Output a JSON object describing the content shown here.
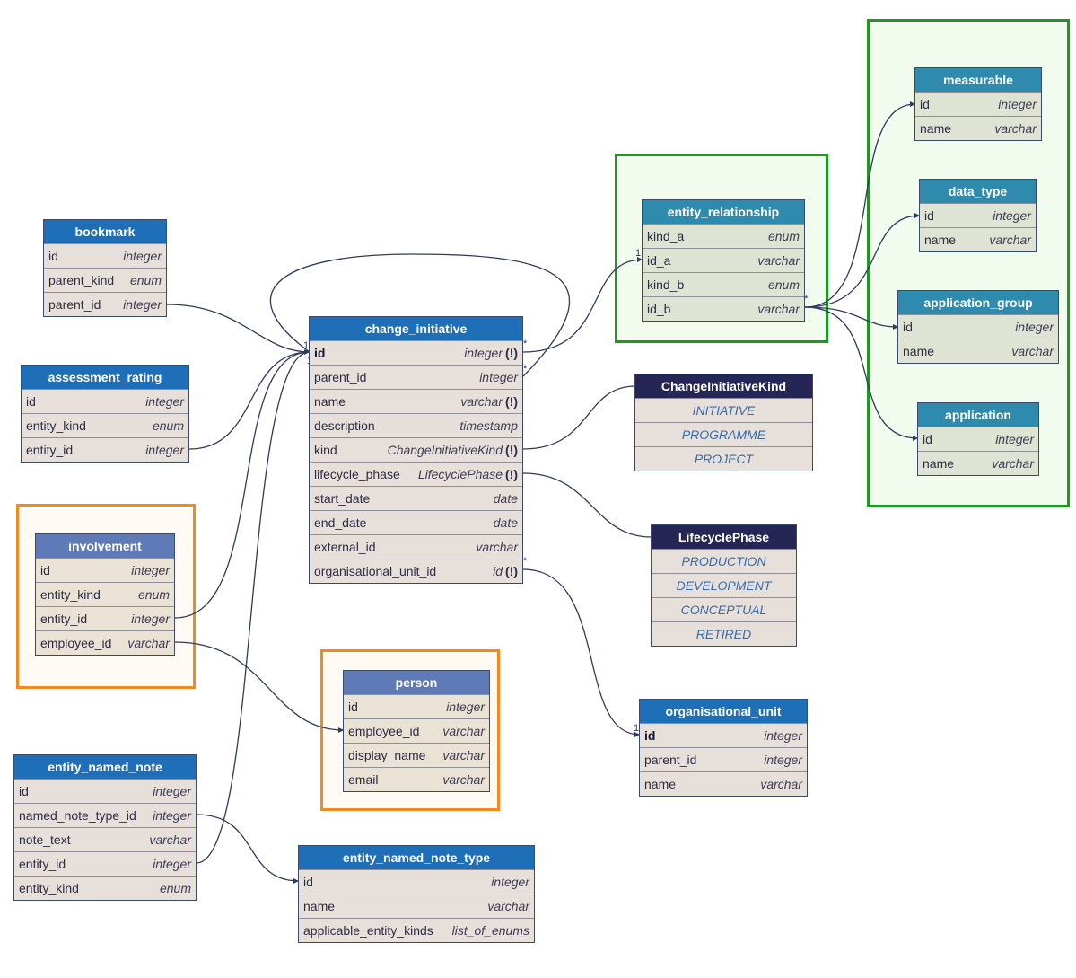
{
  "colors": {
    "header_blue": "#1f6eb8",
    "header_teal": "#2e8bad",
    "header_navy": "#252556",
    "header_slate": "#5f7bb7",
    "group_green": "#1b9a1b",
    "group_orange": "#f08c1a",
    "edge": "#2f3a5a"
  },
  "tables": {
    "bookmark": {
      "title": "bookmark",
      "rows": [
        {
          "name": "id",
          "type": "integer"
        },
        {
          "name": "parent_kind",
          "type": "enum"
        },
        {
          "name": "parent_id",
          "type": "integer"
        }
      ]
    },
    "assessment_rating": {
      "title": "assessment_rating",
      "rows": [
        {
          "name": "id",
          "type": "integer"
        },
        {
          "name": "entity_kind",
          "type": "enum"
        },
        {
          "name": "entity_id",
          "type": "integer"
        }
      ]
    },
    "involvement": {
      "title": "involvement",
      "rows": [
        {
          "name": "id",
          "type": "integer"
        },
        {
          "name": "entity_kind",
          "type": "enum"
        },
        {
          "name": "entity_id",
          "type": "integer"
        },
        {
          "name": "employee_id",
          "type": "varchar"
        }
      ]
    },
    "entity_named_note": {
      "title": "entity_named_note",
      "rows": [
        {
          "name": "id",
          "type": "integer"
        },
        {
          "name": "named_note_type_id",
          "type": "integer"
        },
        {
          "name": "note_text",
          "type": "varchar"
        },
        {
          "name": "entity_id",
          "type": "integer"
        },
        {
          "name": "entity_kind",
          "type": "enum"
        }
      ]
    },
    "change_initiative": {
      "title": "change_initiative",
      "rows": [
        {
          "name": "id",
          "type": "integer",
          "req": "(!)"
        },
        {
          "name": "parent_id",
          "type": "integer"
        },
        {
          "name": "name",
          "type": "varchar",
          "req": "(!)"
        },
        {
          "name": "description",
          "type": "timestamp"
        },
        {
          "name": "kind",
          "type": "ChangeInitiativeKind",
          "req": "(!)"
        },
        {
          "name": "lifecycle_phase",
          "type": "LifecyclePhase",
          "req": "(!)"
        },
        {
          "name": "start_date",
          "type": "date"
        },
        {
          "name": "end_date",
          "type": "date"
        },
        {
          "name": "external_id",
          "type": "varchar"
        },
        {
          "name": "organisational_unit_id",
          "type": "id",
          "req": "(!)"
        }
      ]
    },
    "person": {
      "title": "person",
      "rows": [
        {
          "name": "id",
          "type": "integer"
        },
        {
          "name": "employee_id",
          "type": "varchar"
        },
        {
          "name": "display_name",
          "type": "varchar"
        },
        {
          "name": "email",
          "type": "varchar"
        }
      ]
    },
    "entity_named_note_type": {
      "title": "entity_named_note_type",
      "rows": [
        {
          "name": "id",
          "type": "integer"
        },
        {
          "name": "name",
          "type": "varchar"
        },
        {
          "name": "applicable_entity_kinds",
          "type": "list_of_enums"
        }
      ]
    },
    "entity_relationship": {
      "title": "entity_relationship",
      "rows": [
        {
          "name": "kind_a",
          "type": "enum"
        },
        {
          "name": "id_a",
          "type": "varchar"
        },
        {
          "name": "kind_b",
          "type": "enum"
        },
        {
          "name": "id_b",
          "type": "varchar"
        }
      ]
    },
    "change_initiative_kind": {
      "title": "ChangeInitiativeKind",
      "values": [
        "INITIATIVE",
        "PROGRAMME",
        "PROJECT"
      ]
    },
    "lifecycle_phase": {
      "title": "LifecyclePhase",
      "values": [
        "PRODUCTION",
        "DEVELOPMENT",
        "CONCEPTUAL",
        "RETIRED"
      ]
    },
    "organisational_unit": {
      "title": "organisational_unit",
      "rows": [
        {
          "name": "id",
          "type": "integer"
        },
        {
          "name": "parent_id",
          "type": "integer"
        },
        {
          "name": "name",
          "type": "varchar"
        }
      ]
    },
    "measurable": {
      "title": "measurable",
      "rows": [
        {
          "name": "id",
          "type": "integer"
        },
        {
          "name": "name",
          "type": "varchar"
        }
      ]
    },
    "data_type": {
      "title": "data_type",
      "rows": [
        {
          "name": "id",
          "type": "integer"
        },
        {
          "name": "name",
          "type": "varchar"
        }
      ]
    },
    "application_group": {
      "title": "application_group",
      "rows": [
        {
          "name": "id",
          "type": "integer"
        },
        {
          "name": "name",
          "type": "varchar"
        }
      ]
    },
    "application": {
      "title": "application",
      "rows": [
        {
          "name": "id",
          "type": "integer"
        },
        {
          "name": "name",
          "type": "varchar"
        }
      ]
    }
  },
  "cardinality": {
    "one": "1",
    "many": "*"
  }
}
